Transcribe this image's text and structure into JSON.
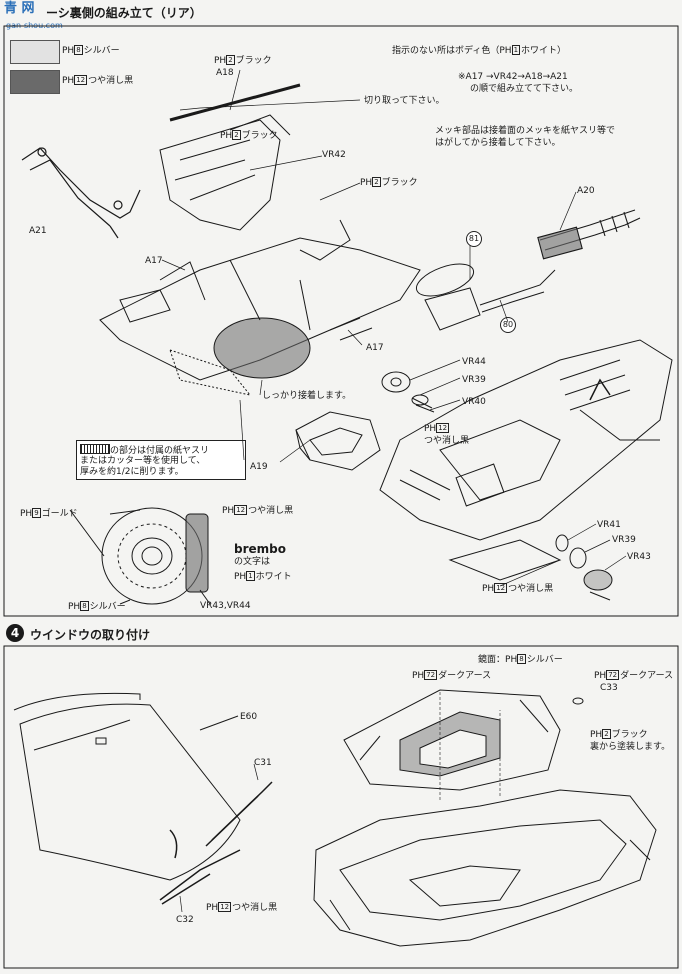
{
  "header": {
    "watermark_left": "青 网",
    "title": "ーシ裏側の組み立て（リア）",
    "watermark_right": "gan-shou.com"
  },
  "legend": {
    "ph_label": "PH",
    "silver": {
      "code": "8",
      "name": "シルバー",
      "color": "#e2e2e2"
    },
    "matte_black": {
      "code": "12",
      "name": "つや消し黒",
      "color": "#6a6a6a"
    }
  },
  "notes": {
    "body_color": "指示のない所はボディ色（",
    "body_color_code": "1",
    "body_color_name": "ホワイト）",
    "order_line1": "※A17 →VR42→A18→A21",
    "order_line2": "の順で組み立てて下さい。",
    "plating_line1": "メッキ部品は接着面のメッキを紙ヤスリ等で",
    "plating_line2": "はがしてから接着して下さい。",
    "cut_off": "切り取って下さい。",
    "glue_firmly": "しっかり接着します。",
    "sand_line1": "の部分は付属の紙ヤスリ",
    "sand_line2": "またはカッター等を使用して、",
    "sand_line3": "厚みを約1/2に削ります。"
  },
  "step3_labels": {
    "a18_color_code": "2",
    "a18_color": "ブラック",
    "a18": "A18",
    "black_code": "2",
    "black": "ブラック",
    "vr42": "VR42",
    "black2_code": "2",
    "black2": "ブラック",
    "a20": "A20",
    "a21": "A21",
    "a17_left": "A17",
    "a17_right": "A17",
    "part81": "81",
    "part80": "80",
    "vr44": "VR44",
    "vr39": "VR39",
    "vr40": "VR40",
    "matte_code": "12",
    "matte": "つや消し黒",
    "a19": "A19",
    "vr41": "VR41",
    "vr39b": "VR39",
    "vr43": "VR43",
    "matte2_code": "12",
    "matte2": "つや消し黒"
  },
  "brake": {
    "gold_code": "9",
    "gold": "ゴールド",
    "matte_code": "12",
    "matte": "つや消し黒",
    "brembo": "brembo",
    "brembo_note": "の文字は",
    "white_code": "1",
    "white": "ホワイト",
    "silver_code": "8",
    "silver": "シルバー",
    "parts": "VR43,VR44"
  },
  "step4": {
    "number": "4",
    "title": "ウインドウの取り付け",
    "mirror": "鏡面：",
    "mirror_code": "8",
    "mirror_color": "シルバー",
    "dark_earth_code": "72",
    "dark_earth": "ダークアース",
    "dark_earth2_code": "72",
    "dark_earth2": "ダークアース",
    "c33": "C33",
    "black_code": "2",
    "black": "ブラック",
    "black_note": "裏から塗装します。",
    "e60": "E60",
    "c31": "C31",
    "c32": "C32",
    "matte_code": "12",
    "matte": "つや消し黒"
  }
}
